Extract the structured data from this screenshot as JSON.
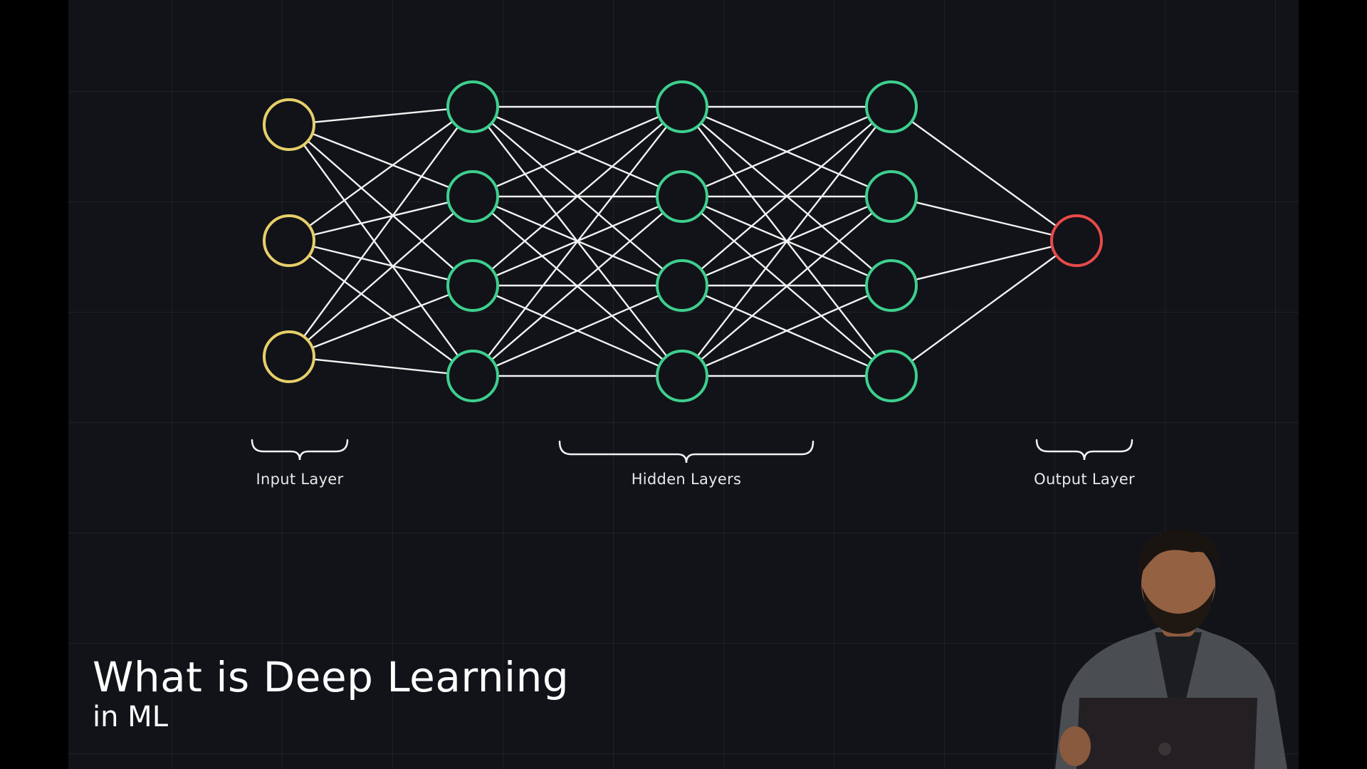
{
  "diagram": {
    "layers": [
      {
        "role": "input",
        "nodes": 3,
        "color": "#e6cf6a"
      },
      {
        "role": "hidden",
        "nodes": 4,
        "color": "#3ecf8e"
      },
      {
        "role": "hidden",
        "nodes": 4,
        "color": "#3ecf8e"
      },
      {
        "role": "hidden",
        "nodes": 4,
        "color": "#3ecf8e"
      },
      {
        "role": "output",
        "nodes": 1,
        "color": "#e84a4a"
      }
    ],
    "edge_color": "#f2f2f2",
    "labels": {
      "input": "Input Layer",
      "hidden": "Hidden Layers",
      "output": "Output Layer"
    }
  },
  "title": {
    "main": "What is Deep Learning",
    "sub": "in ML"
  },
  "colors": {
    "background": "#111318",
    "frame": "#000000"
  }
}
